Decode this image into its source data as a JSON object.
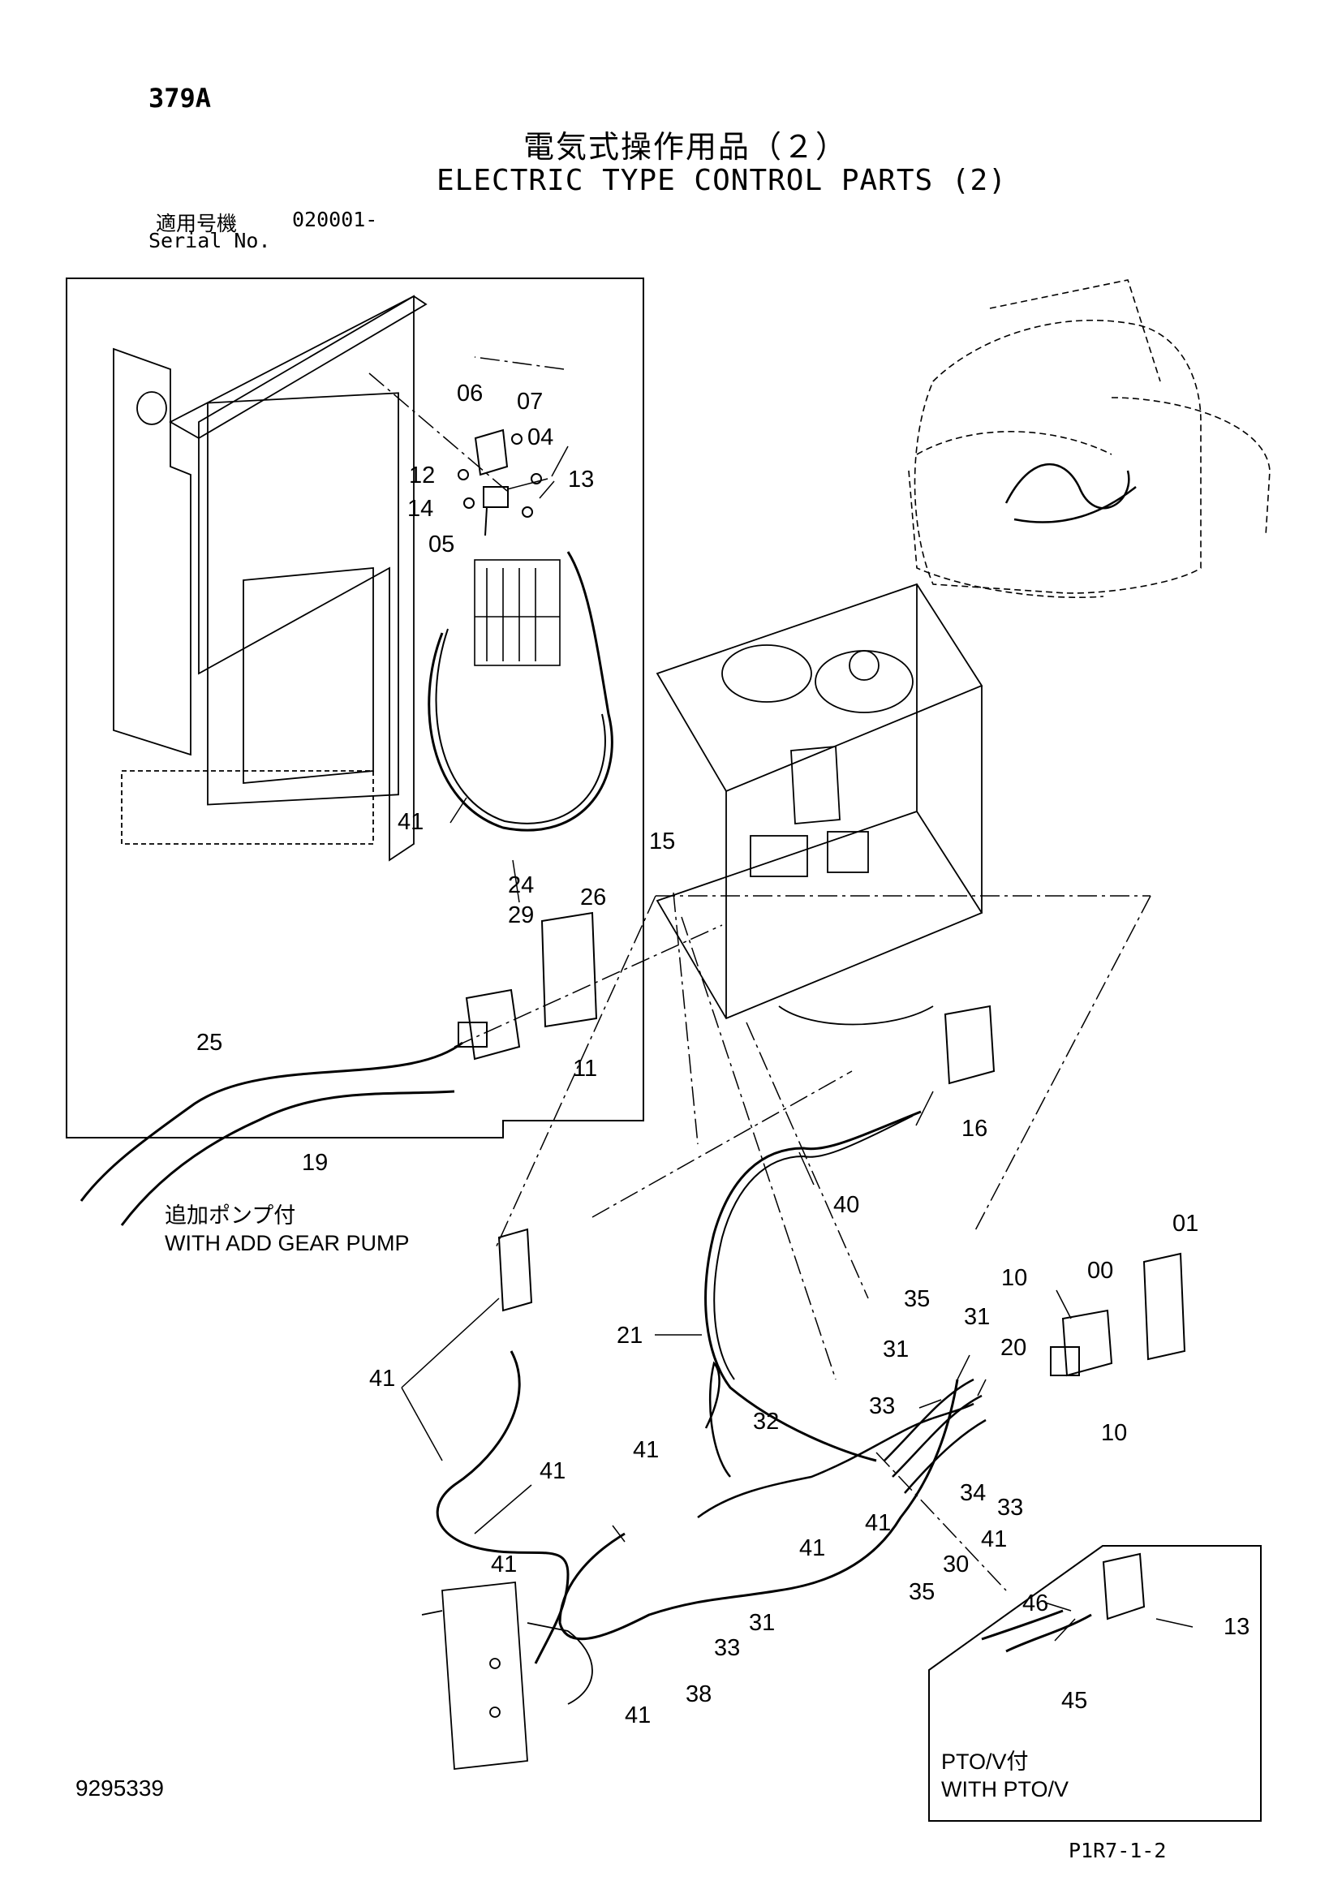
{
  "header": {
    "page_number": "379A",
    "title_jp": "電気式操作用品（２）",
    "title_en": "ELECTRIC TYPE CONTROL PARTS (2)",
    "serial_label_jp": "適用号機",
    "serial_value": "020001-",
    "serial_label_en": "Serial No."
  },
  "notes": {
    "add_gear_pump_jp": "追加ポンプ付",
    "add_gear_pump_en": "WITH ADD GEAR PUMP",
    "pto_jp": "PTO/V付",
    "pto_en": "WITH PTO/V"
  },
  "callouts": {
    "c06": "06",
    "c07": "07",
    "c04": "04",
    "c12": "12",
    "c13a": "13",
    "c14": "14",
    "c05": "05",
    "c41a": "41",
    "c24": "24",
    "c15": "15",
    "c26": "26",
    "c29": "29",
    "c11": "11",
    "c25": "25",
    "c19": "19",
    "c16": "16",
    "c40": "40",
    "c01": "01",
    "c10a": "10",
    "c00": "00",
    "c21": "21",
    "c35a": "35",
    "c31a": "31",
    "c31b": "31",
    "c20": "20",
    "c41b": "41",
    "c33a": "33",
    "c32": "32",
    "c10b": "10",
    "c41c": "41",
    "c41d": "41",
    "c34": "34",
    "c33b": "33",
    "c41e": "41",
    "c41f": "41",
    "c41g": "41",
    "c30": "30",
    "c35b": "35",
    "c31c": "31",
    "c33c": "33",
    "c38": "38",
    "c41h": "41",
    "c46": "46",
    "c13b": "13",
    "c45": "45"
  },
  "footer": {
    "drawing_number": "9295339",
    "sheet_code": "P1R7-1-2"
  }
}
